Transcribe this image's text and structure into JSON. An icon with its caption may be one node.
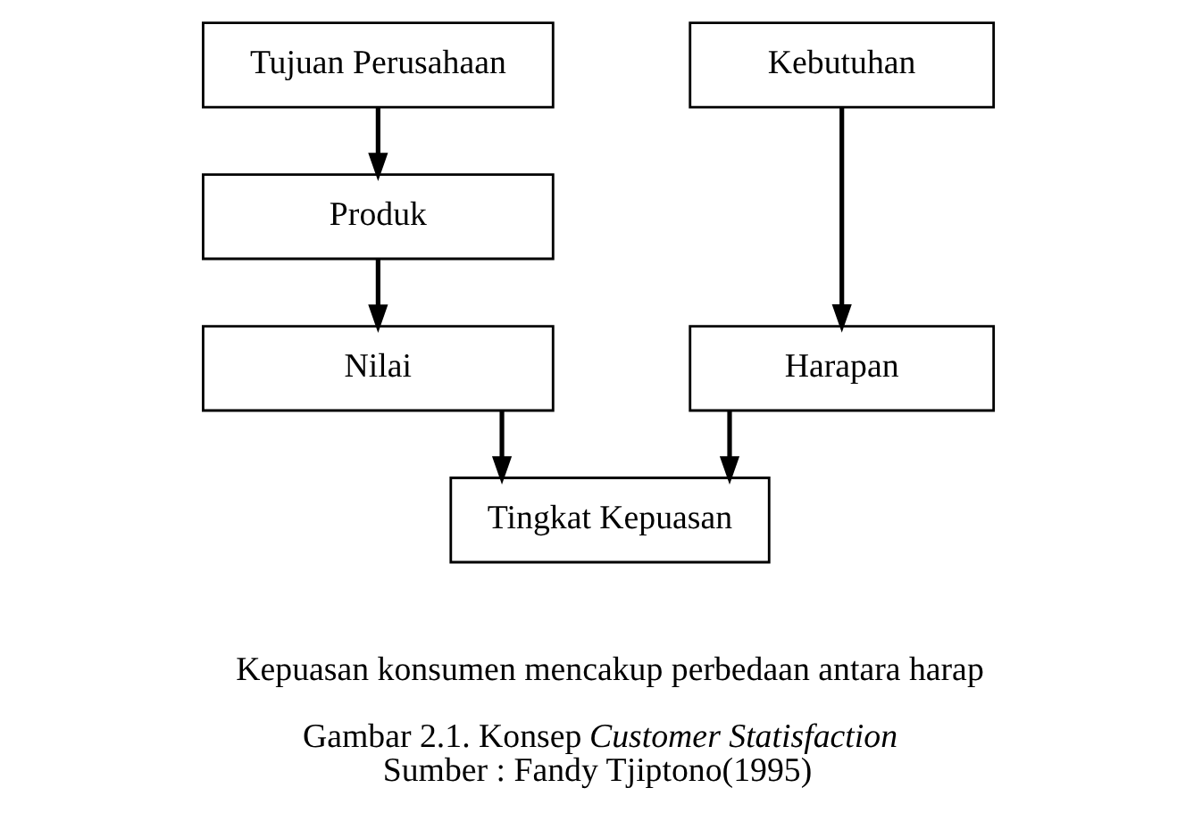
{
  "diagram": {
    "caption": "Gambar 2.1. Konsep *Customer Statisfaction* Sumber : Fandy Tjiptono(1995)",
    "nodes": [
      {
        "text": [
          "Tujuan Perusahaan"
        ]
      },
      {
        "text": [
          "Kebutuhan"
        ]
      },
      {
        "text": [
          "Produk"
        ]
      },
      {
        "text": [
          "Harapan"
        ]
      },
      {
        "text": [
          "Nilai"
        ]
      },
      {
        "text": [
          "Tingkat Kepuasan"
        ]
      }
    ],
    "edges": [
      {
        "from": 0,
        "to": 2,
        "arrow": "to"
      },
      {
        "from": 2,
        "to": 4,
        "arrow": "to"
      },
      {
        "from": 1,
        "to": 3,
        "arrow": "to"
      },
      {
        "from": 4,
        "to": 5,
        "arrow": "to"
      },
      {
        "from": 3,
        "to": 5,
        "arrow": "to"
      }
    ],
    "labels": [
      "Kepuasan konsumen mencakup perbedaan antara harap"
    ]
  }
}
